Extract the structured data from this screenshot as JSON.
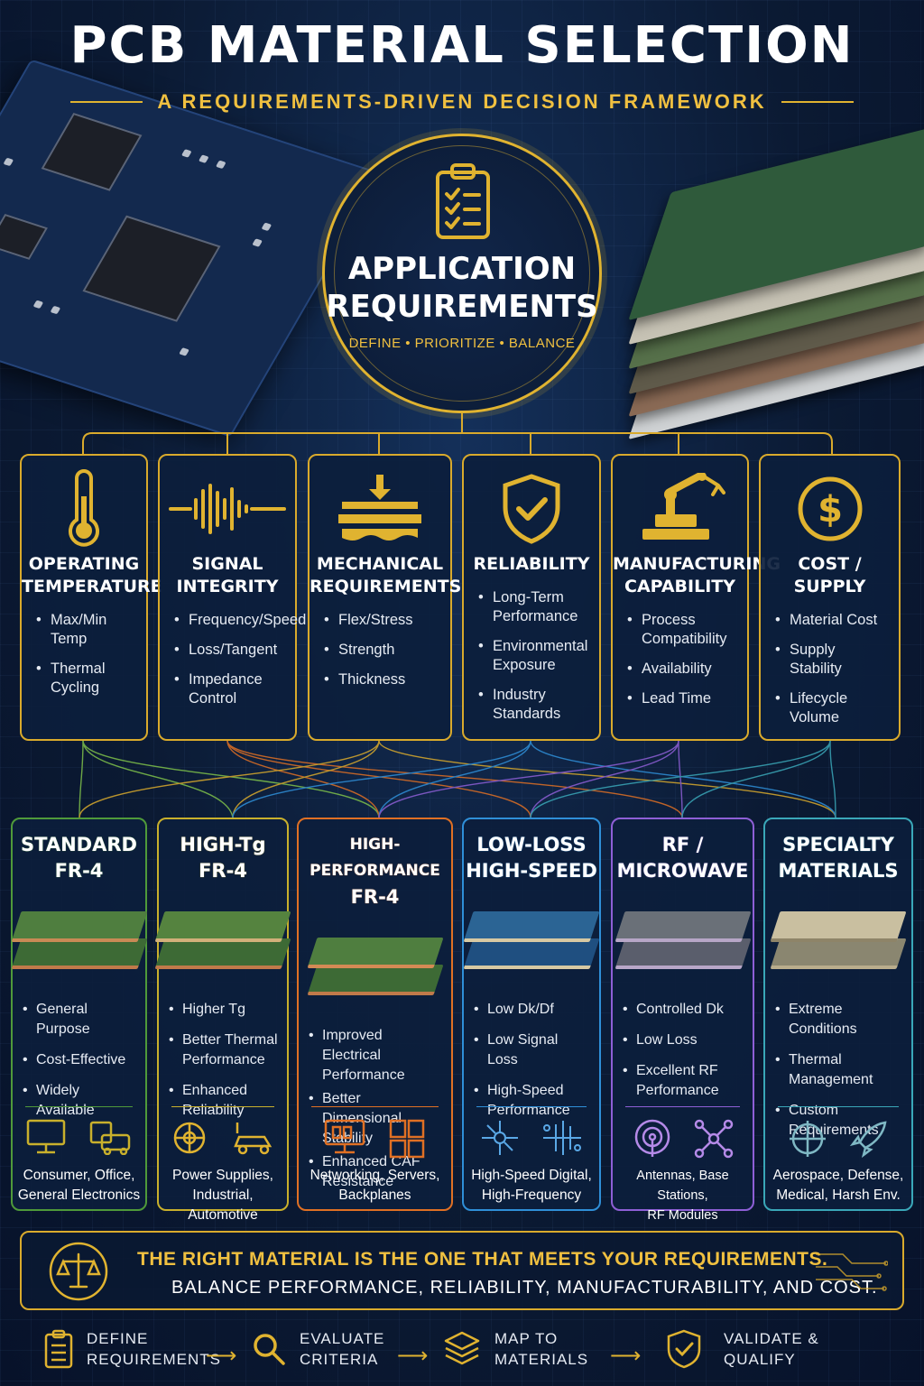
{
  "header": {
    "title": "PCB MATERIAL SELECTION",
    "subtitle": "A REQUIREMENTS-DRIVEN DECISION FRAMEWORK"
  },
  "center": {
    "title_line1": "APPLICATION",
    "title_line2": "REQUIREMENTS",
    "subtitle": "DEFINE • PRIORITIZE • BALANCE",
    "icon": "clipboard-checklist-icon"
  },
  "requirements": [
    {
      "line1": "OPERATING",
      "line2": "TEMPERATURE",
      "icon": "thermometer-icon",
      "items": [
        "Max/Min Temp",
        "Thermal Cycling"
      ]
    },
    {
      "line1": "SIGNAL",
      "line2": "INTEGRITY",
      "icon": "waveform-icon",
      "items": [
        "Frequency/Speed",
        "Loss/Tangent",
        "Impedance Control"
      ]
    },
    {
      "line1": "MECHANICAL",
      "line2": "REQUIREMENTS",
      "icon": "press-icon",
      "items": [
        "Flex/Stress",
        "Strength",
        "Thickness"
      ]
    },
    {
      "line1": "RELIABILITY",
      "line2": "",
      "icon": "shield-check-icon",
      "items": [
        "Long-Term Performance",
        "Environmental Exposure",
        "Industry Standards"
      ]
    },
    {
      "line1": "MANUFACTURING",
      "line2": "CAPABILITY",
      "icon": "robot-arm-icon",
      "items": [
        "Process Compatibility",
        "Availability",
        "Lead Time"
      ]
    },
    {
      "line1": "COST / SUPPLY",
      "line2": "",
      "icon": "dollar-icon",
      "items": [
        "Material Cost",
        "Supply Stability",
        "Lifecycle Volume"
      ]
    }
  ],
  "materials": [
    {
      "line1": "STANDARD",
      "line2": "FR-4",
      "color": "#4f9a3a",
      "items": [
        "General Purpose",
        "Cost-Effective",
        "Widely Available"
      ],
      "apps1": "Consumer, Office,",
      "apps2": "General Electronics",
      "icons": [
        "monitor-icon",
        "printer-icon"
      ]
    },
    {
      "line1": "HIGH-Tg",
      "line2": "FR-4",
      "color": "#c9b02c",
      "items": [
        "Higher Tg",
        "Better Thermal Performance",
        "Enhanced Reliability"
      ],
      "apps1": "Power Supplies,",
      "apps2": "Industrial, Automotive",
      "icons": [
        "gear-icon",
        "car-icon"
      ]
    },
    {
      "line1": "HIGH-PERFORMANCE",
      "line2": "FR-4",
      "color": "#e07024",
      "items": [
        "Improved Electrical Performance",
        "Better Dimensional Stability",
        "Enhanced CAF Resistance"
      ],
      "apps1": "Networking, Servers,",
      "apps2": "Backplanes",
      "icons": [
        "network-monitor-icon",
        "server-icon"
      ]
    },
    {
      "line1": "LOW-LOSS",
      "line2": "HIGH-SPEED",
      "color": "#2f8fd8",
      "items": [
        "Low Dk/Df",
        "Low Signal Loss",
        "High-Speed Performance"
      ],
      "apps1": "High-Speed Digital,",
      "apps2": "High-Frequency",
      "icons": [
        "circuit-node-icon",
        "signal-trace-icon"
      ]
    },
    {
      "line1": "RF /",
      "line2": "MICROWAVE",
      "color": "#8e5fd6",
      "items": [
        "Controlled Dk",
        "Low Loss",
        "Excellent RF Performance"
      ],
      "apps1": "Antennas, Base Stations,",
      "apps2": "RF Modules",
      "icons": [
        "antenna-icon",
        "network-node-icon"
      ]
    },
    {
      "line1": "SPECIALTY",
      "line2": "MATERIALS",
      "color": "#3aa7b8",
      "items": [
        "Extreme Conditions",
        "Thermal Management",
        "Custom Requirements"
      ],
      "apps1": "Aerospace, Defense,",
      "apps2": "Medical, Harsh Env.",
      "icons": [
        "crosshair-icon",
        "rocket-icon"
      ]
    }
  ],
  "banner": {
    "line1": "THE RIGHT MATERIAL IS THE ONE THAT MEETS YOUR REQUIREMENTS.",
    "line2": "BALANCE PERFORMANCE, RELIABILITY, MANUFACTURABILITY, AND COST.",
    "icon": "balance-scale-icon"
  },
  "steps": [
    {
      "line1": "DEFINE",
      "line2": "REQUIREMENTS",
      "icon": "clipboard-icon"
    },
    {
      "line1": "EVALUATE",
      "line2": "CRITERIA",
      "icon": "magnifier-icon"
    },
    {
      "line1": "MAP TO",
      "line2": "MATERIALS",
      "icon": "layers-icon"
    },
    {
      "line1": "VALIDATE &",
      "line2": "QUALIFY",
      "icon": "shield-check-icon"
    }
  ],
  "colors": {
    "accent": "#e0b330",
    "background": "#0b1a33"
  }
}
